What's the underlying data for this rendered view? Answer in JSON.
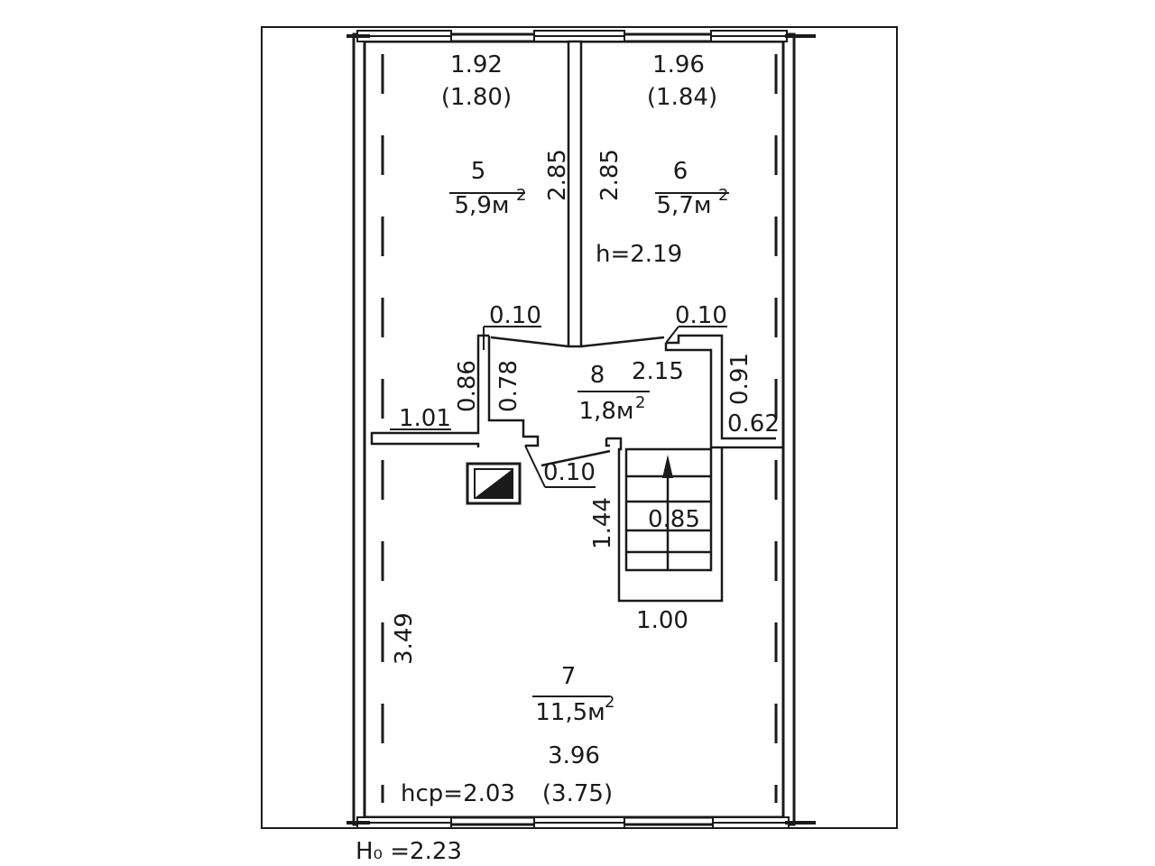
{
  "rooms": [
    {
      "number": "5",
      "area": "5,9м",
      "sup": "2"
    },
    {
      "number": "6",
      "area": "5,7м",
      "sup": "2"
    },
    {
      "number": "8",
      "area": "1,8м",
      "sup": "2"
    },
    {
      "number": "7",
      "area": "11,5м",
      "sup": "2"
    }
  ],
  "dims": {
    "room5_width": "1.92",
    "room5_width_inner": "(1.80)",
    "room6_width": "1.96",
    "room6_width_inner": "(1.84)",
    "room5_depth": "2.85",
    "room6_depth": "2.85",
    "room6_height": "h=2.19",
    "hall_left_step": "0.10",
    "hall_right_step": "0.10",
    "hall_width": "2.15",
    "hall_left_a": "0.86",
    "hall_left_b": "0.78",
    "hall_right_a": "0.91",
    "left_seg": "1.01",
    "right_seg": "0.62",
    "stair_step": "0.10",
    "stair_length": "1.44",
    "stair_width": "0.85",
    "stair_bottom": "1.00",
    "room7_depth": "3.49",
    "room7_width": "3.96",
    "room7_width_inner": "(3.75)",
    "room7_height": "hср=2.03",
    "overall_height": "H₀ =2.23"
  }
}
